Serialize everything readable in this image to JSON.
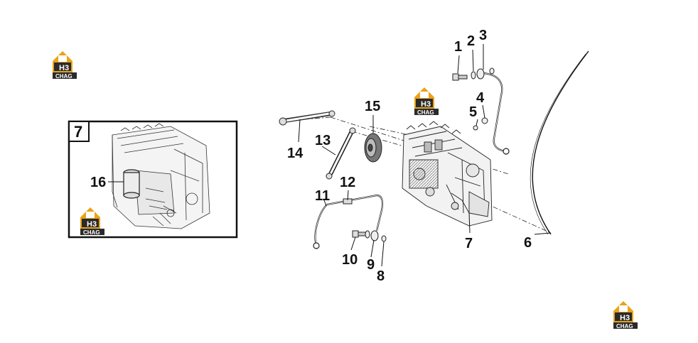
{
  "brand": {
    "logo_letters": "H3",
    "logo_text": "CHAG",
    "logo_colors": {
      "gold": "#e8a317",
      "dark": "#2a2a2a"
    }
  },
  "inset": {
    "label": "7",
    "callouts": [
      "16"
    ]
  },
  "callouts": {
    "c1": "1",
    "c2": "2",
    "c3": "3",
    "c4": "4",
    "c5": "5",
    "c6": "6",
    "c7": "7",
    "c8": "8",
    "c9": "9",
    "c10": "10",
    "c11": "11",
    "c12": "12",
    "c13": "13",
    "c14": "14",
    "c15": "15"
  },
  "icons": [
    "pump-icon",
    "bolt-icon",
    "washer-icon",
    "fuel-line-icon",
    "pulley-icon",
    "belt-icon"
  ]
}
